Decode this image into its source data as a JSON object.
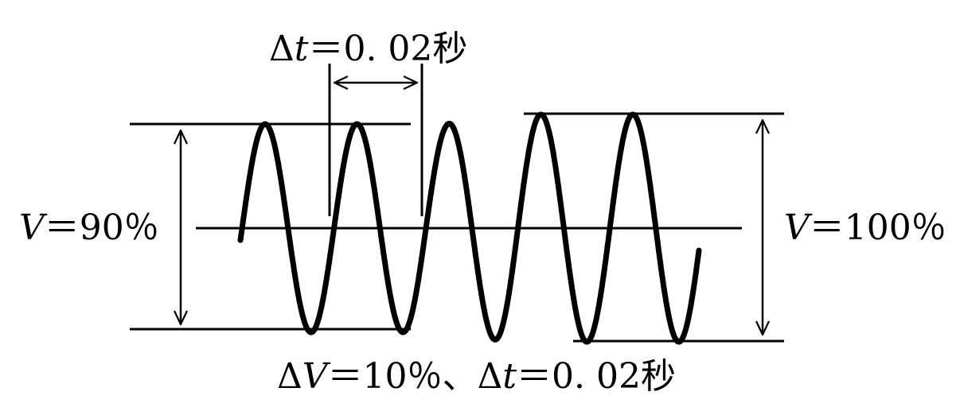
{
  "labels": {
    "top": {
      "delta": "Δ",
      "var": "t",
      "text": "＝0. 02秒"
    },
    "left": {
      "var": "V",
      "text": "＝90％"
    },
    "right": {
      "var": "V",
      "text": "＝100％"
    },
    "bottom": {
      "delta1": "Δ",
      "var1": "V",
      "text1": "＝10％、",
      "delta2": "Δ",
      "var2": "t",
      "text2": "＝0. 02秒"
    }
  },
  "waveform": {
    "peaks_per_view": 5,
    "left_amplitude_pct": 90,
    "right_amplitude_pct": 100,
    "amplitude_change_pct": 10,
    "delta_t_seconds": 0.02
  },
  "colors": {
    "stroke": "#000000",
    "background": "#ffffff"
  }
}
